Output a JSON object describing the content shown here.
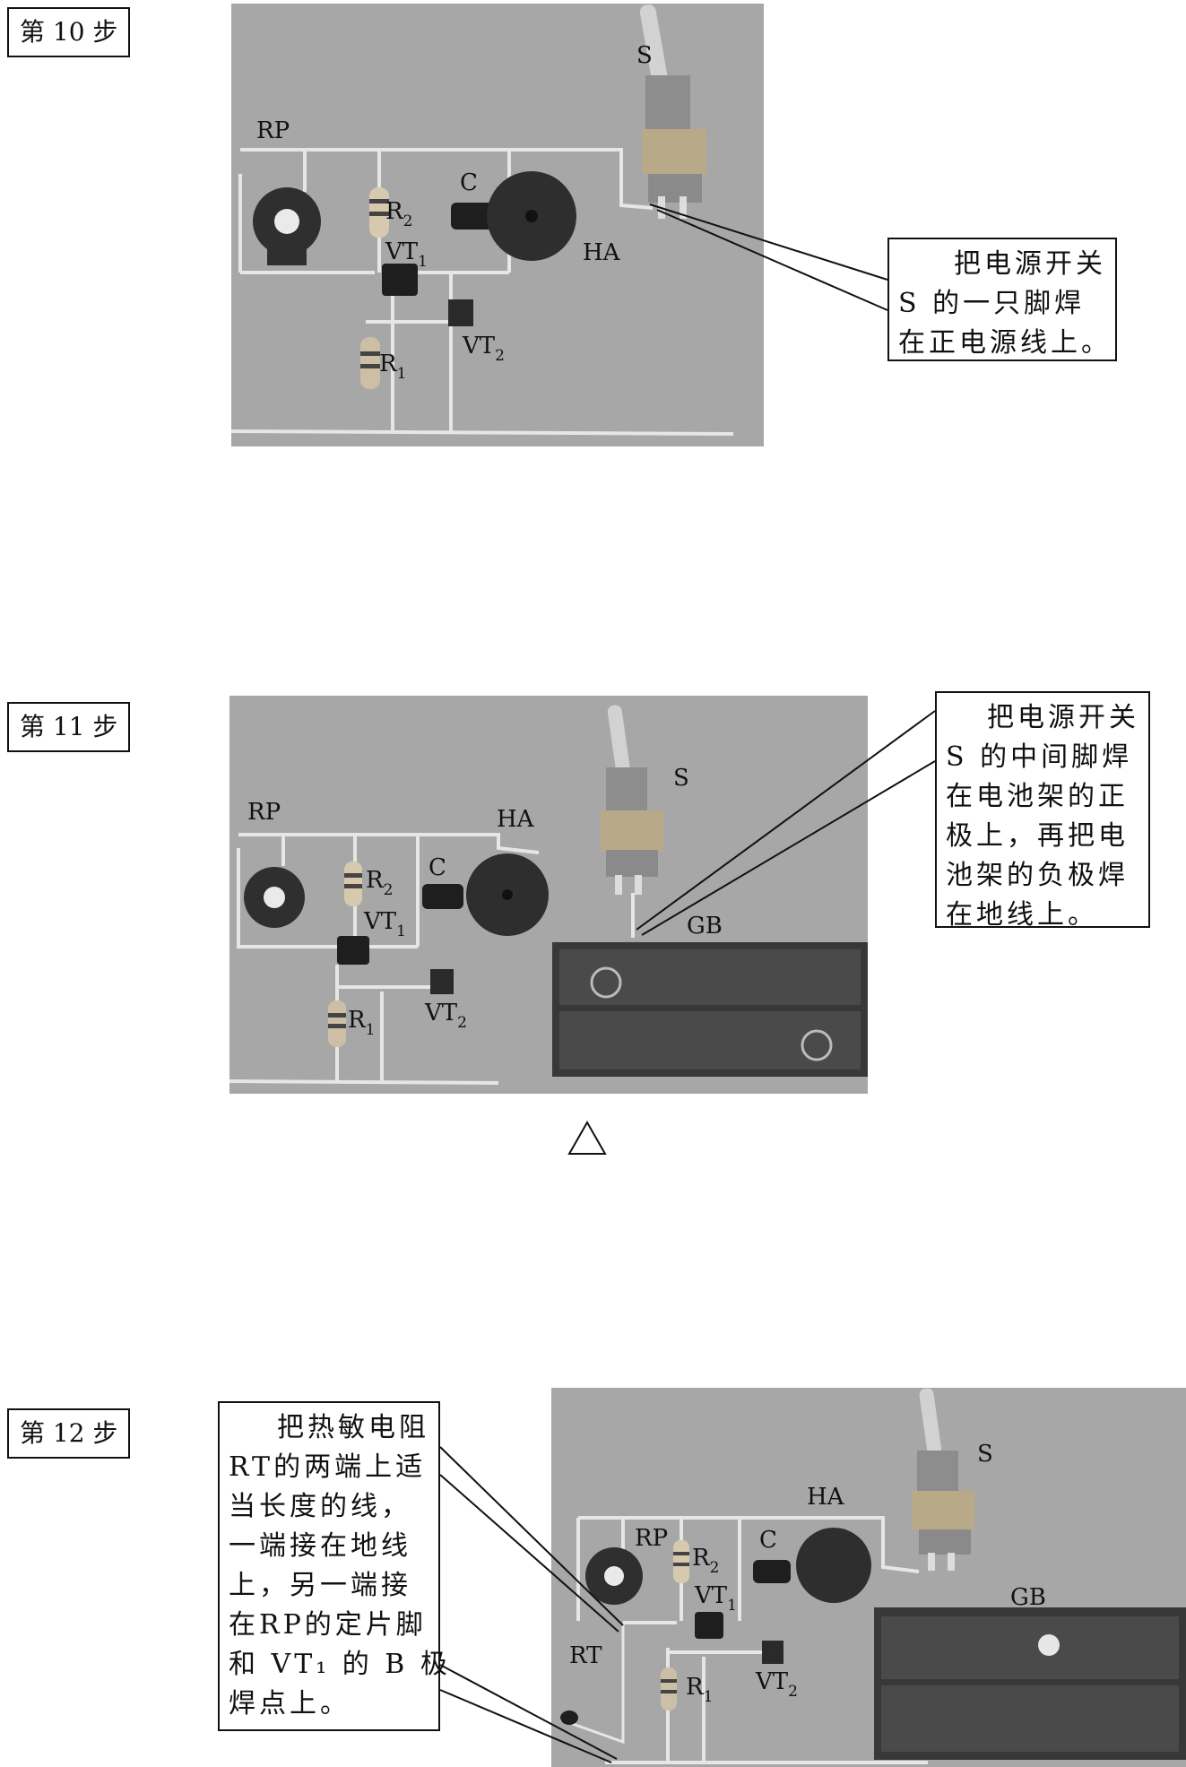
{
  "steps": [
    {
      "label": "第 10 步",
      "callout": [
        "把电源开关",
        "S 的一只脚焊",
        "在正电源线上。"
      ],
      "components": {
        "RP": "RP",
        "R2": "R",
        "R2_sub": "2",
        "VT1": "VT",
        "VT1_sub": "1",
        "C": "C",
        "HA": "HA",
        "S": "S",
        "R1": "R",
        "R1_sub": "1",
        "VT2": "VT",
        "VT2_sub": "2"
      }
    },
    {
      "label": "第 11 步",
      "callout": [
        "把电源开关",
        "S 的中间脚焊",
        "在电池架的正",
        "极上，再把电",
        "池架的负极焊",
        "在地线上。"
      ],
      "components": {
        "RP": "RP",
        "R2": "R",
        "R2_sub": "2",
        "VT1": "VT",
        "VT1_sub": "1",
        "C": "C",
        "HA": "HA",
        "S": "S",
        "R1": "R",
        "R1_sub": "1",
        "VT2": "VT",
        "VT2_sub": "2",
        "GB": "GB"
      }
    },
    {
      "label": "第 12 步",
      "callout": [
        "把热敏电阻",
        "RT的两端上适",
        "当长度的线，",
        "一端接在地线",
        "上，另一端接",
        "在RP的定片脚",
        "和 VT₁ 的 B 极",
        "焊点上。"
      ],
      "components": {
        "RP": "RP",
        "R2": "R",
        "R2_sub": "2",
        "VT1": "VT",
        "VT1_sub": "1",
        "C": "C",
        "HA": "HA",
        "S": "S",
        "R1": "R",
        "R1_sub": "1",
        "VT2": "VT",
        "VT2_sub": "2",
        "GB": "GB",
        "RT": "RT"
      }
    }
  ],
  "colors": {
    "photo_bg": "#a7a7a7",
    "wire": "#e4e4e4",
    "dark": "#2a2a2a",
    "border": "#111111"
  }
}
